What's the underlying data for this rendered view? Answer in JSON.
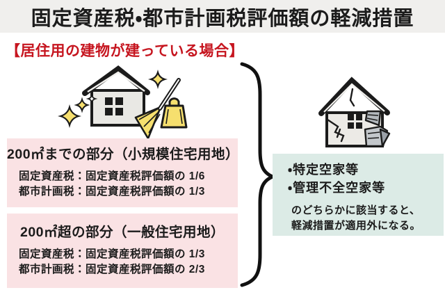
{
  "title": "固定資産税・都市計画税評価額の軽減措置",
  "subtitle": "【居住用の建物が建っている場合】",
  "left": {
    "boxes": [
      {
        "heading": "200㎡までの部分（小規模住宅用地）",
        "lines": [
          "固定資産税：固定資産税評価額の 1/6",
          "都市計画税：固定資産税評価額の 1/3"
        ]
      },
      {
        "heading": "200㎡超の部分（一般住宅用地）",
        "lines": [
          "固定資産税：固定資産税評価額の 1/3",
          "都市計画税：固定資産税評価額の 2/3"
        ]
      }
    ]
  },
  "right": {
    "bullets": [
      "・特定空家等",
      "・管理不全空家等"
    ],
    "note_lines": [
      "のどちらかに該当すると、",
      "軽減措置が適用外になる。"
    ]
  },
  "icons": {
    "left_house": "clean-house-with-sparkles-broom-and-dustpan",
    "right_house": "damaged-vacant-house",
    "connector": "right-curly-brace"
  },
  "colors": {
    "title_bar_bg": "#f0efed",
    "accent_red": "#c6151f",
    "pink_box_bg": "#fae2e4",
    "teal_box_bg": "#dcebe6",
    "house_body_gray": "#e9e8e4",
    "sparkle_yellow": "#f6df6e",
    "broken_wall_gray": "#b3b8bd",
    "text_black": "#1b1b1b"
  }
}
